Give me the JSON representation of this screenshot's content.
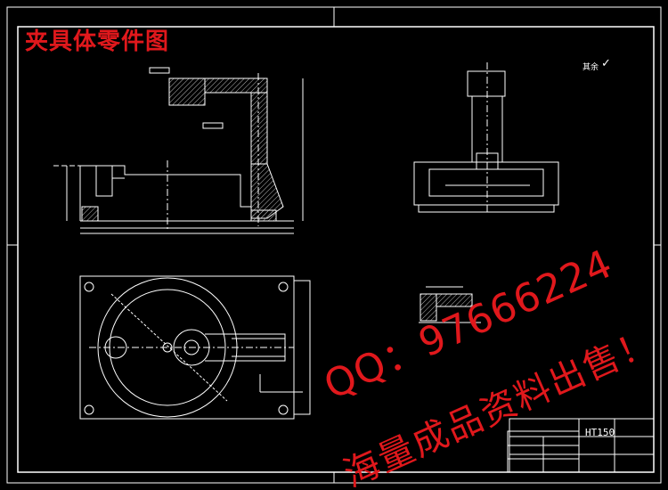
{
  "drawing": {
    "title": "夹具体零件图",
    "material": "HT150",
    "surface_mark": "其余",
    "surface_tick": "✓"
  },
  "watermark": {
    "line1": "QQ：97666224",
    "line2": "海量成品资料出售！"
  },
  "colors": {
    "background": "#000000",
    "lines": "#ffffff",
    "watermark": "#e0181c",
    "hatch": "#bbbbbb"
  }
}
